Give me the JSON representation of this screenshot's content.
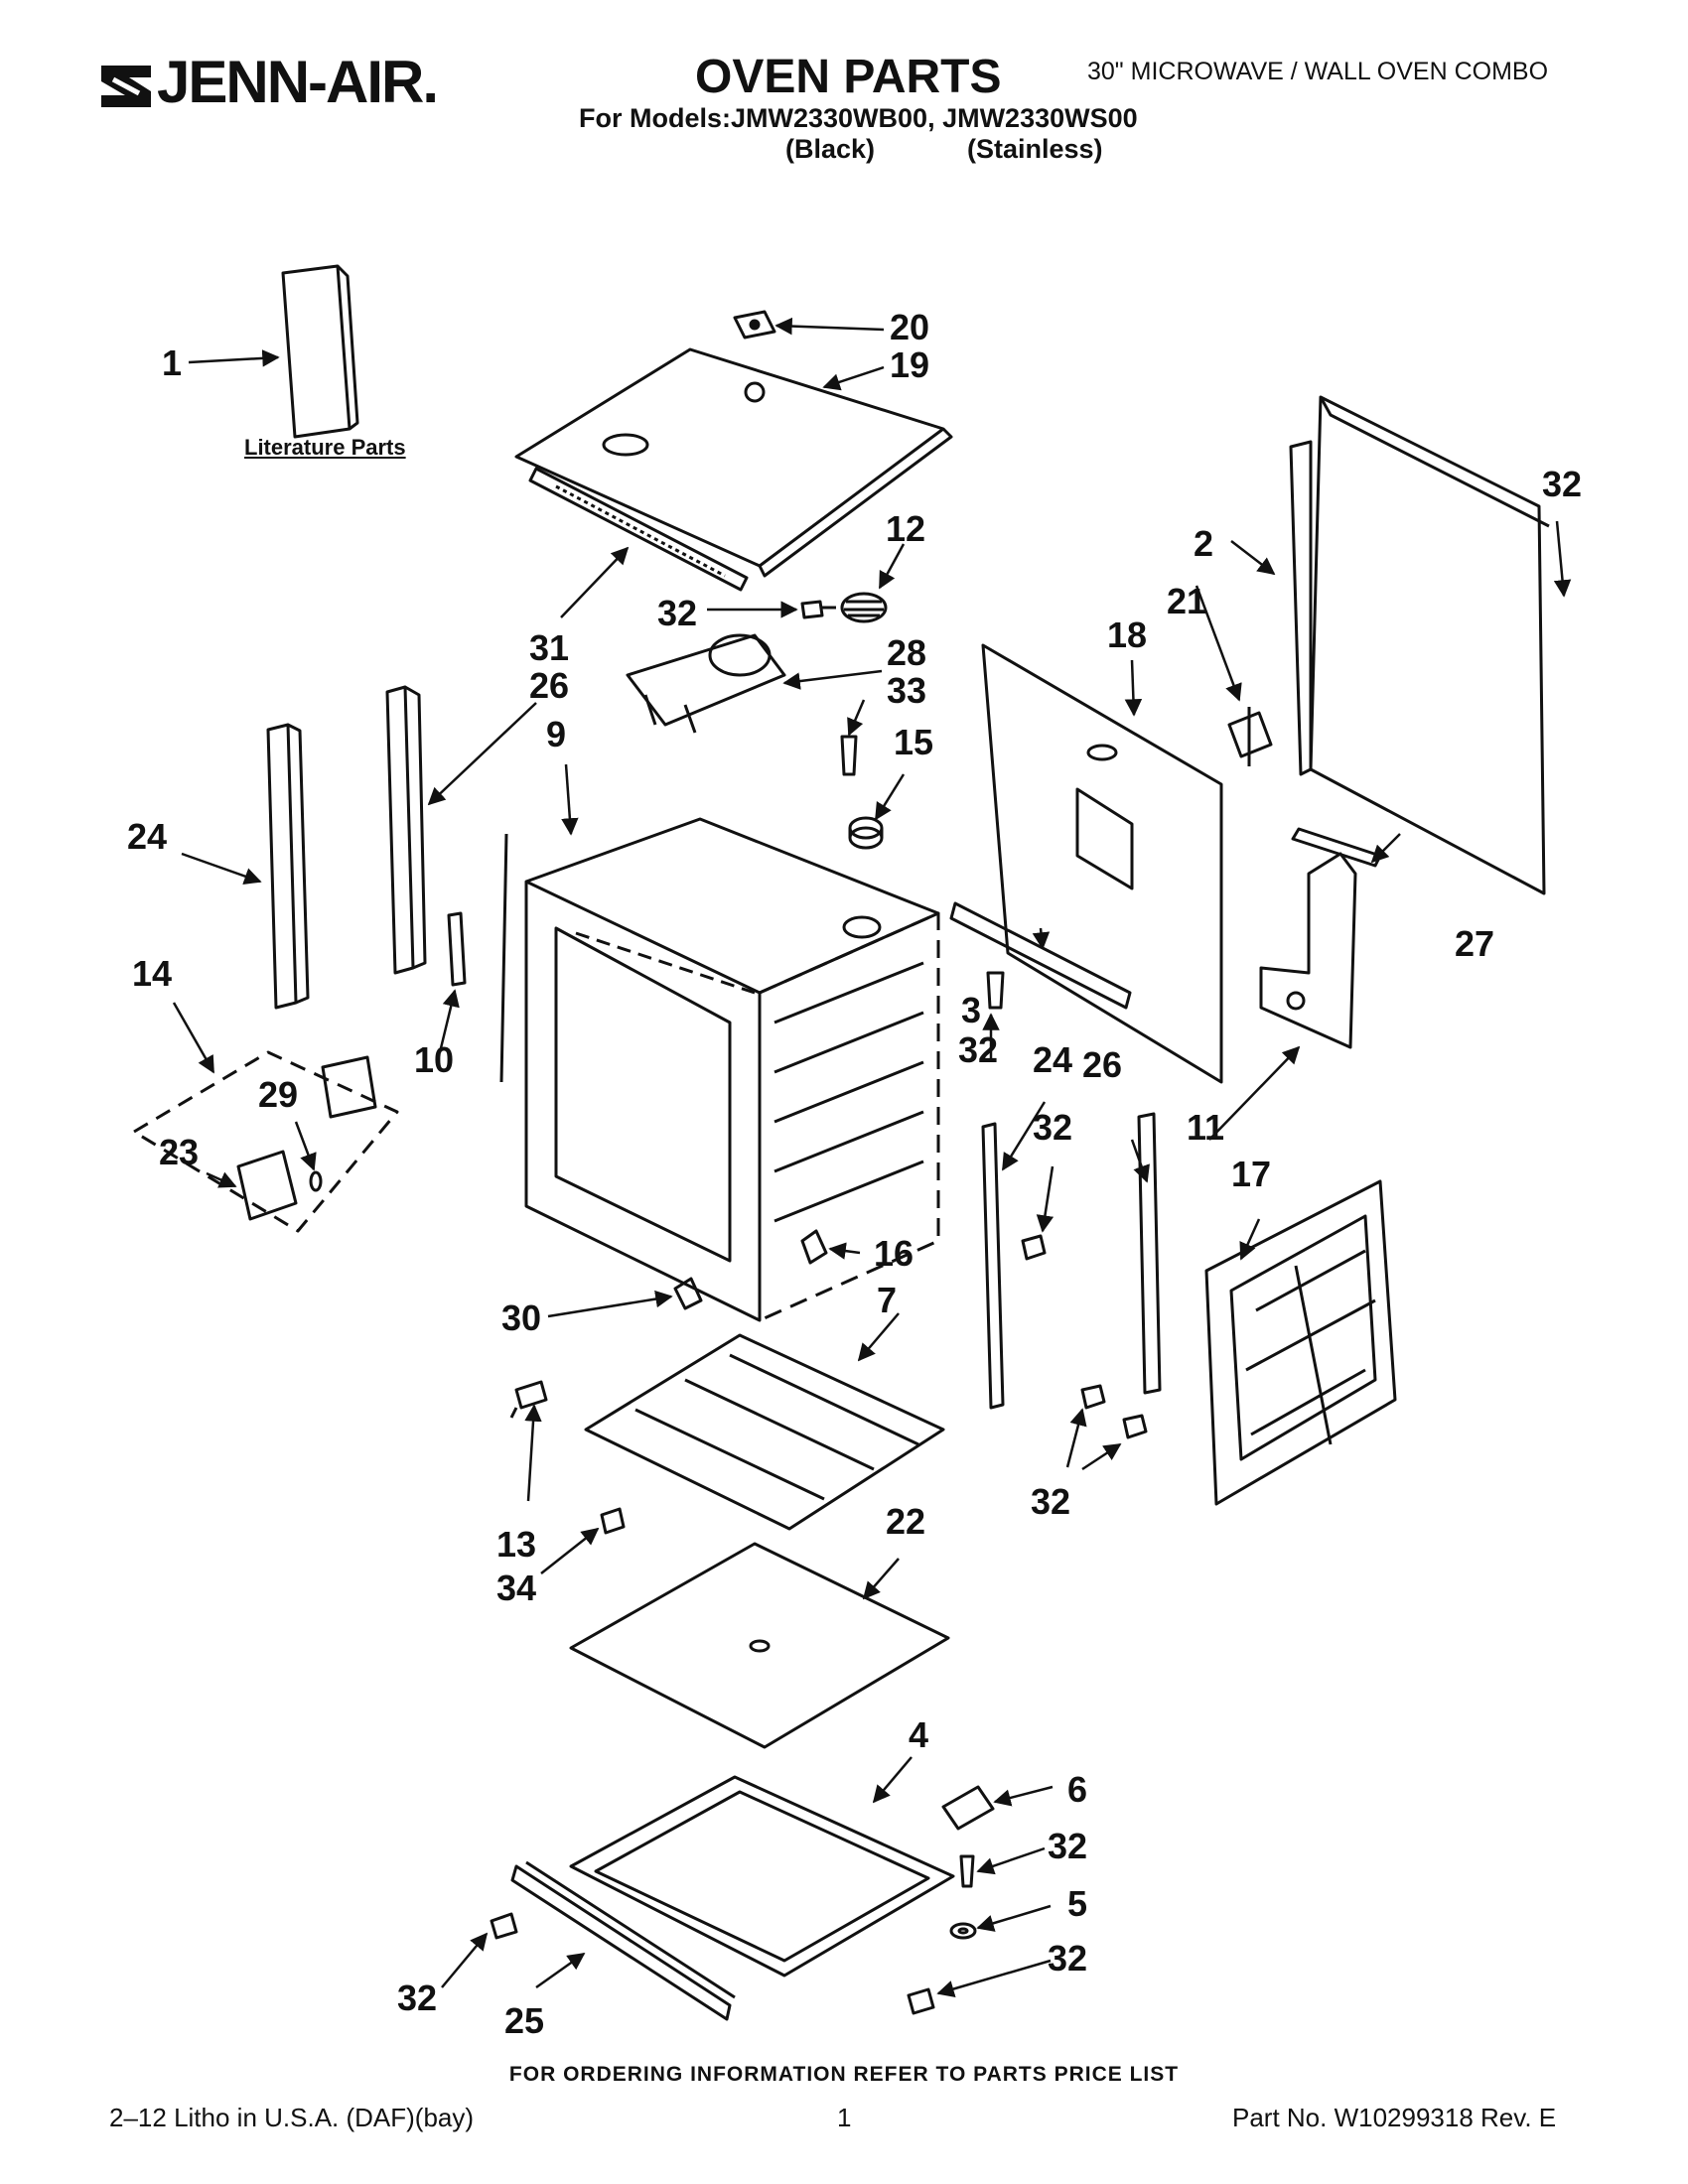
{
  "brand": "JENN-AIR.",
  "header": {
    "title": "OVEN PARTS",
    "subtitle": "30\" MICROWAVE / WALL OVEN COMBO",
    "models": "For Models:JMW2330WB00, JMW2330WS00",
    "color_black": "(Black)",
    "color_stainless": "(Stainless)"
  },
  "diagram": {
    "literature_label": "Literature Parts",
    "callouts": [
      "1",
      "20",
      "19",
      "32",
      "2",
      "21",
      "18",
      "12",
      "32",
      "31",
      "26",
      "28",
      "33",
      "9",
      "15",
      "24",
      "27",
      "3",
      "32",
      "24",
      "26",
      "32",
      "14",
      "29",
      "10",
      "11",
      "17",
      "23",
      "16",
      "30",
      "7",
      "13",
      "32",
      "34",
      "22",
      "4",
      "6",
      "32",
      "5",
      "32",
      "32",
      "25"
    ]
  },
  "footer": {
    "ordering": "FOR ORDERING INFORMATION REFER TO PARTS PRICE LIST",
    "litho": "2–12 Litho in U.S.A. (DAF)(bay)",
    "page": "1",
    "part_no": "Part No. W10299318 Rev. E"
  }
}
